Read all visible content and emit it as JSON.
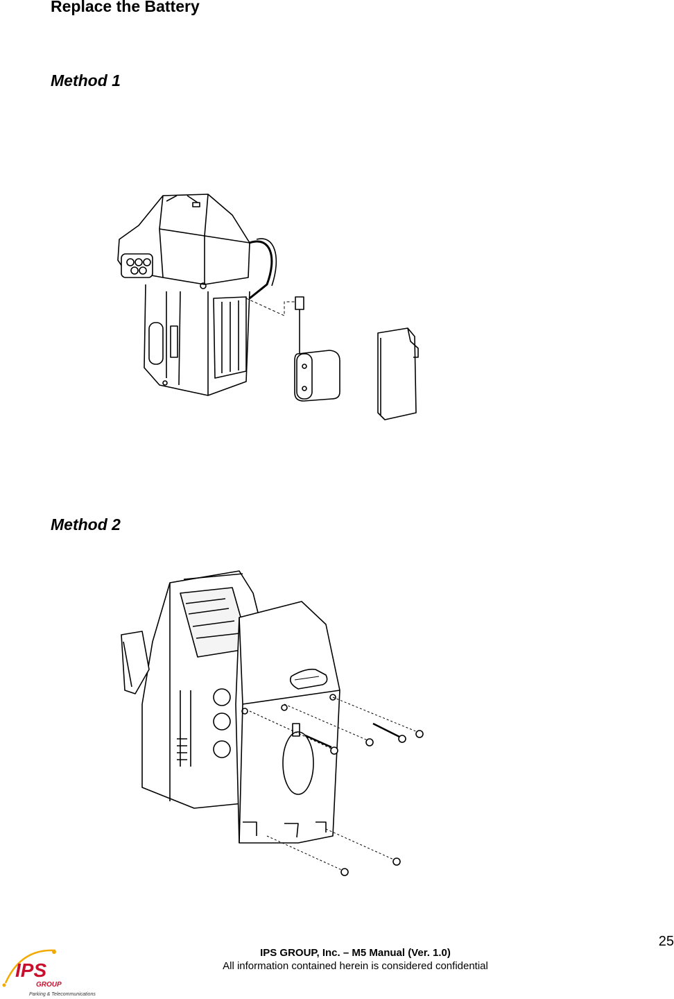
{
  "page": {
    "title": "Replace the Battery",
    "method1_heading": "Method 1",
    "method2_heading": "Method 2",
    "page_number": "25"
  },
  "footer": {
    "company": "IPS GROUP, Inc. – M5 Manual (Ver. 1.0)",
    "confidential": "All information contained herein is considered confidential"
  },
  "logo": {
    "brand": "IPS",
    "group": "GROUP",
    "tagline": "Parking & Telecommunications",
    "accent_color": "#f2a900",
    "brand_color": "#c8102e"
  }
}
